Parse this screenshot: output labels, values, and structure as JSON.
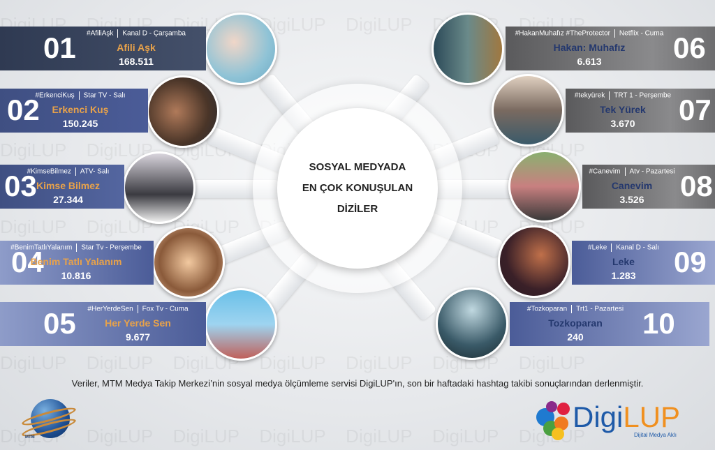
{
  "center": {
    "line1": "SOSYAL MEDYADA",
    "line2": "EN ÇOK KONUŞULAN",
    "line3": "DİZİLER"
  },
  "items": [
    {
      "rank": "01",
      "hashtag": "#AfiliAşk",
      "channel": "Kanal D -  Çarşamba",
      "title": "Afili Aşk",
      "value": "168.511"
    },
    {
      "rank": "02",
      "hashtag": "#ErkenciKuş",
      "channel": "Star TV - Salı",
      "title": "Erkenci Kuş",
      "value": "150.245"
    },
    {
      "rank": "03",
      "hashtag": "#KimseBilmez",
      "channel": "ATV- Salı",
      "title": "Kimse Bilmez",
      "value": "27.344"
    },
    {
      "rank": "04",
      "hashtag": "#BenimTatlıYalanım",
      "channel": "Star Tv - Perşembe",
      "title": "Benim Tatlı Yalanım",
      "value": "10.816"
    },
    {
      "rank": "05",
      "hashtag": "#HerYerdeSen",
      "channel": "Fox Tv - Cuma",
      "title": "Her Yerde Sen",
      "value": "9.677"
    },
    {
      "rank": "06",
      "hashtag": "#HakanMuhafız #TheProtector",
      "channel": "Netflix - Cuma",
      "title": "Hakan: Muhafız",
      "value": "6.613"
    },
    {
      "rank": "07",
      "hashtag": "#tekyürek",
      "channel": "TRT 1 - Perşembe",
      "title": "Tek Yürek",
      "value": "3.670"
    },
    {
      "rank": "08",
      "hashtag": "#Canevim",
      "channel": "Atv - Pazartesi",
      "title": "Canevim",
      "value": "3.526"
    },
    {
      "rank": "09",
      "hashtag": "#Leke",
      "channel": "Kanal D - Salı",
      "title": "Leke",
      "value": "1.283"
    },
    {
      "rank": "10",
      "hashtag": "#Tozkoparan",
      "channel": "Trt1 - Pazartesi",
      "title": "Tozkoparan",
      "value": "240"
    }
  ],
  "footer": "Veriler, MTM Medya Takip Merkezi’nin sosyal medya ölçümleme servisi DigiLUP'ın, son bir haftadaki hashtag takibi sonuçlarından derlenmiştir.",
  "logos": {
    "mtm": "MTM",
    "digilup_a": "Digi",
    "digilup_b": "LUP",
    "digilup_tag": "Dijital Medya Aklı"
  }
}
